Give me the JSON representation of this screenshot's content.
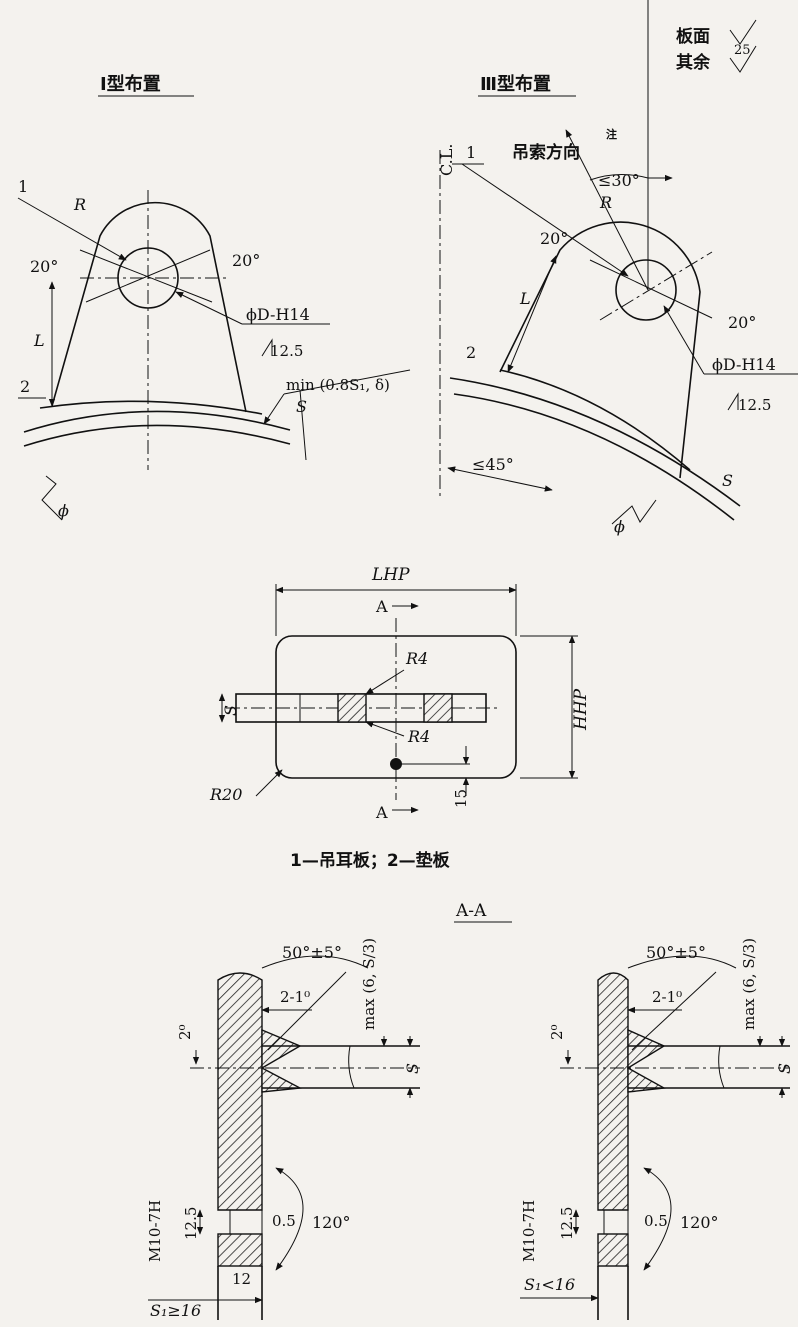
{
  "surface_finish": {
    "plate_face": "板面",
    "plate_face_value": "",
    "others": "其余",
    "others_value": "25"
  },
  "layout_i": {
    "title": "Ⅰ型布置",
    "callout_1": "1",
    "callout_2": "2",
    "radius": "R",
    "angle_left": "20°",
    "angle_right": "20°",
    "hole_dia": "ϕD-H14",
    "hole_rough": "12.5",
    "length": "L",
    "weld": "min (0.8S₁, δ)",
    "thickness": "S",
    "diameter": "ϕ"
  },
  "layout_iii": {
    "title": "Ⅲ型布置",
    "centerline": "C.L.",
    "callout_1": "1",
    "callout_2": "2",
    "sling_direction": "吊索方向",
    "note": "注",
    "angle_sling": "≤30°",
    "radius": "R",
    "angle_left": "20°",
    "angle_right": "20°",
    "length": "L",
    "hole_dia": "ϕD-H14",
    "hole_rough": "12.5",
    "angle_45": "≤45°",
    "thickness": "S",
    "diameter": "ϕ"
  },
  "pad_plate": {
    "length": "LHP",
    "height": "HHP",
    "section_mark_top": "A",
    "section_mark_bottom": "A",
    "radius_top": "R4",
    "radius_bottom": "R4",
    "thickness": "S",
    "corner_radius": "R20",
    "hole_offset": "15"
  },
  "legend": "1—吊耳板；2—垫板",
  "section": {
    "title": "A-A",
    "left": {
      "bevel": "50°±5°",
      "max_dim": "max (6, S/3)",
      "gap_a": "2-1⁰",
      "gap_b": "2⁰",
      "thread": "M10-7H",
      "depth": "12.5",
      "rough": "0.5",
      "cone": "120°",
      "width": "12",
      "plate": "S₁≥16",
      "thickness": "S"
    },
    "right": {
      "bevel": "50°±5°",
      "max_dim": "max (6, S/3)",
      "gap_a": "2-1⁰",
      "gap_b": "2⁰",
      "thread": "M10-7H",
      "depth": "12.5",
      "rough": "0.5",
      "cone": "120°",
      "plate": "S₁<16",
      "thickness": "S"
    }
  }
}
